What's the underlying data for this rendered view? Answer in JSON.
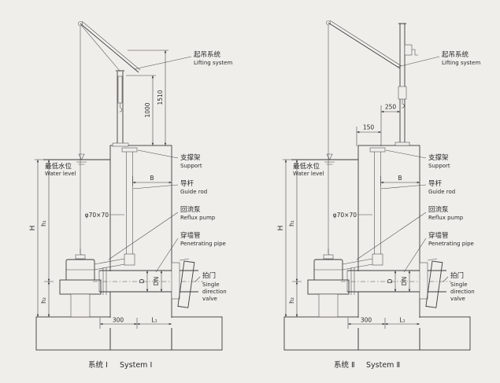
{
  "colors": {
    "background": "#f0eeea",
    "line": "#3b3b3b"
  },
  "captions": {
    "system1_zh": "系统 Ⅰ",
    "system1_en": "System Ⅰ",
    "system2_zh": "系统 Ⅱ",
    "system2_en": "System Ⅱ"
  },
  "labels": {
    "lifting_zh": "起吊系统",
    "lifting_en": "Lifting system",
    "support_zh": "支撑架",
    "support_en": "Support",
    "guide_zh": "导杆",
    "guide_en": "Guide rod",
    "reflux_zh": "回流泵",
    "reflux_en": "Reflux pump",
    "pipe_zh": "穿墙管",
    "pipe_en": "Penetrating pipe",
    "valve_zh": "拍门",
    "valve_en1": "Single",
    "valve_en2": "direction",
    "valve_en3": "valve",
    "water_zh": "最低水位",
    "water_en": "Water level"
  },
  "dims": {
    "lift_height_1": "1510",
    "lift_height_2": "1000",
    "offset_1": "250",
    "offset_2": "150",
    "guide_section": "φ70×70",
    "wall_b": "B",
    "depth_h": "H",
    "h1": "h₁",
    "h2": "h₂",
    "pipe_d": "D",
    "pipe_dn": "DN",
    "base_300": "300",
    "base_l1": "L₁"
  }
}
